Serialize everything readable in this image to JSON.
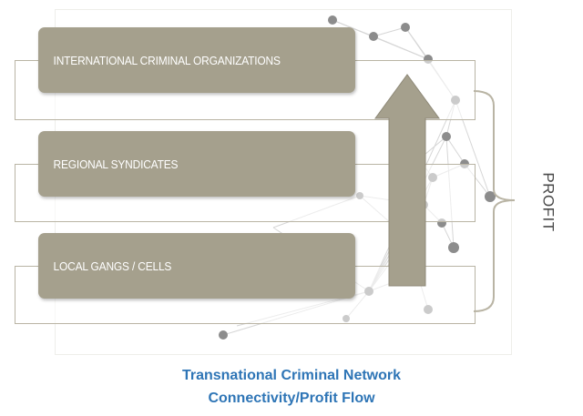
{
  "tiers": {
    "top": "INTERNATIONAL CRIMINAL ORGANIZATIONS",
    "middle": "REGIONAL SYNDICATES",
    "bottom": "LOCAL GANGS / CELLS"
  },
  "profit_label": "PROFIT",
  "caption": {
    "line1": "Transnational Criminal Network",
    "line2": "Connectivity/Profit Flow"
  },
  "colors": {
    "tier_fill": "#a5a08d",
    "outline": "#b9b4a4",
    "caption": "#2e75b6",
    "network_node": "#8c8c8c"
  }
}
